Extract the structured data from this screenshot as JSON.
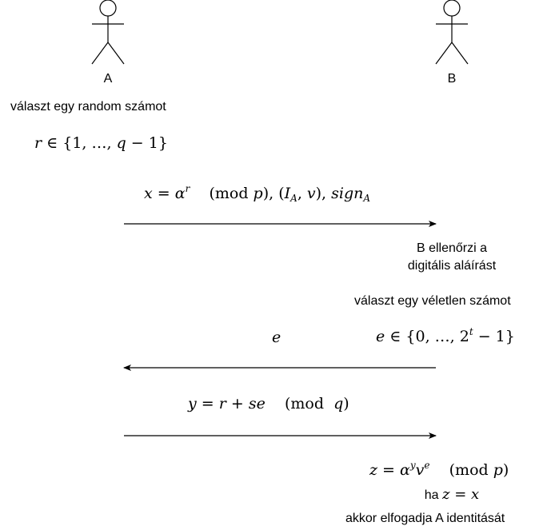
{
  "actors": [
    {
      "name": "A"
    },
    {
      "name": "B"
    }
  ],
  "texts": {
    "a_chooses": "választ egy random számot",
    "b_verifies_line1": "B ellenőrzi a",
    "b_verifies_line2": "digitális aláírást",
    "b_chooses": "választ egy véletlen számot",
    "ha": "ha",
    "accept": "akkor elfogadja A identitását"
  },
  "math": {
    "r_set": "r ∈ {1, …, q − 1}",
    "msg1": "x = α^r (mod p), (I_A, v), sign_A",
    "e_set": "e ∈ {0, …, 2^t − 1}",
    "msg2": "e",
    "msg3": "y = r + se (mod q)",
    "z_def": "z = α^y v^e (mod p)",
    "cond": "z = x"
  },
  "messages": [
    {
      "label_ref": "msg1",
      "direction": "A→B"
    },
    {
      "label_ref": "msg2",
      "direction": "B→A"
    },
    {
      "label_ref": "msg3",
      "direction": "A→B"
    }
  ]
}
